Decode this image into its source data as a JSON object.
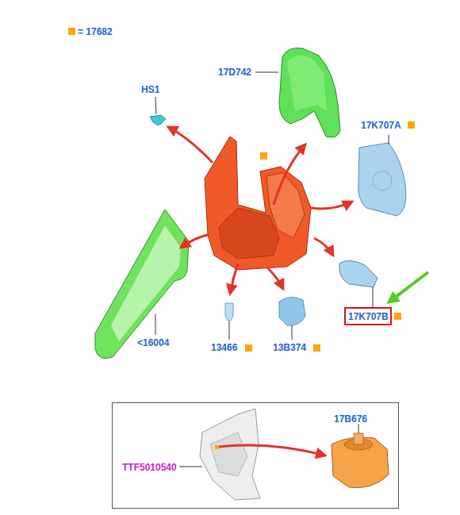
{
  "diagram": {
    "nodes": [
      {
        "text": [
          "17K707B"
        ]
      },
      {
        "text": [
          "TTF5010540",
          "17B676"
        ]
      }
    ],
    "labels": [
      "17D742",
      "HS1",
      "17K707A",
      "<16004",
      "13466",
      "13B374"
    ],
    "legend": [
      {
        "text": "= 17682",
        "color": "#ffa500"
      }
    ]
  }
}
